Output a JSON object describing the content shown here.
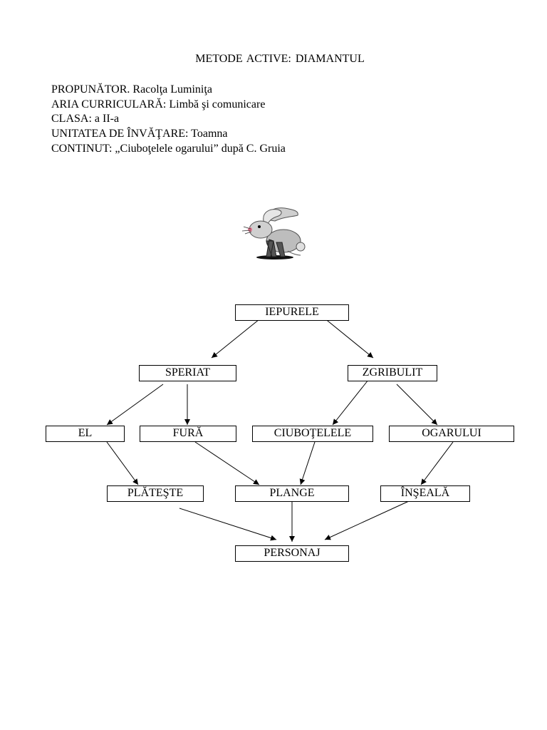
{
  "document": {
    "title": "METODE  ACTIVE: DIAMANTUL",
    "info": [
      "PROPUNĂTOR. Racolţa Luminiţa",
      "ARIA CURRICULARĂ: Limbă şi comunicare",
      "CLASA: a II-a",
      "UNITATEA DE ÎNVĂŢARE: Toamna",
      "CONTINUT: „Ciuboţelele ogarului” după C. Gruia"
    ]
  },
  "diagram": {
    "nodes": {
      "iepurele": "IEPURELE",
      "speriat": "SPERIAT",
      "zgribulit": "ZGRIBULIT",
      "el": "EL",
      "fura": "FURĂ",
      "ciubotelele": "CIUBOŢELELE",
      "ogarului": "OGARULUI",
      "plateste": "PLĂTEŞTE",
      "plange": "PLANGE",
      "inseala": "ÎNŞEALĂ",
      "personaj": "PERSONAJ"
    }
  }
}
